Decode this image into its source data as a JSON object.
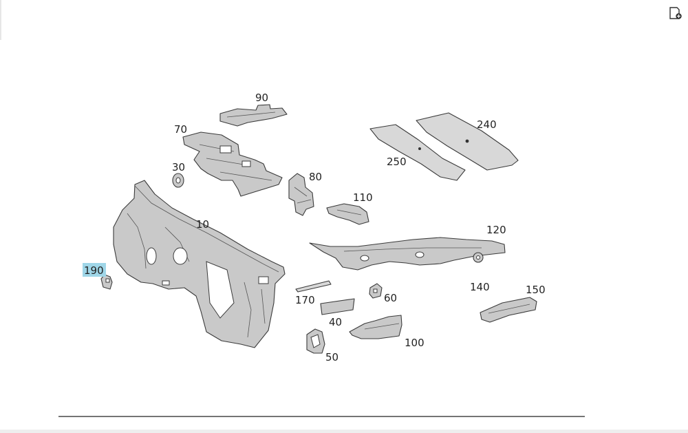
{
  "toolbar": {
    "export_icon": "document-add-icon"
  },
  "colors": {
    "highlight": "#9fd6e8",
    "part_fill": "#c9c9c9",
    "outline": "#3a3a3a"
  },
  "callouts": {
    "c10": "10",
    "c30": "30",
    "c40": "40",
    "c50": "50",
    "c60": "60",
    "c70": "70",
    "c80": "80",
    "c90": "90",
    "c100": "100",
    "c110": "110",
    "c120": "120",
    "c140": "140",
    "c150": "150",
    "c170": "170",
    "c190": "190",
    "c240": "240",
    "c250": "250"
  },
  "selected_callout": "190"
}
